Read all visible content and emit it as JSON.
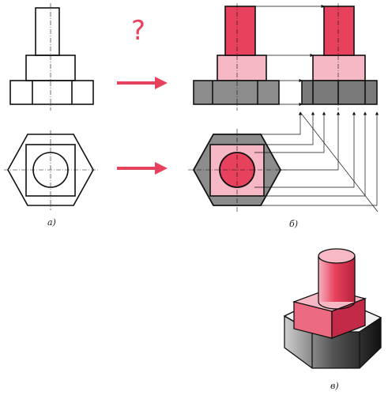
{
  "labels": {
    "a": "а)",
    "b": "б)",
    "v": "в)",
    "question": "?"
  },
  "colors": {
    "accent": "#e8415d",
    "accent_light": "#f4a6b4",
    "accent_pale": "#f9d0d8",
    "gray": "#8c8c8c",
    "dark": "#3a3a3a",
    "line": "#111111",
    "arrow": "#e8415d"
  },
  "icons": [
    "right-arrow-icon",
    "question-mark-icon"
  ]
}
